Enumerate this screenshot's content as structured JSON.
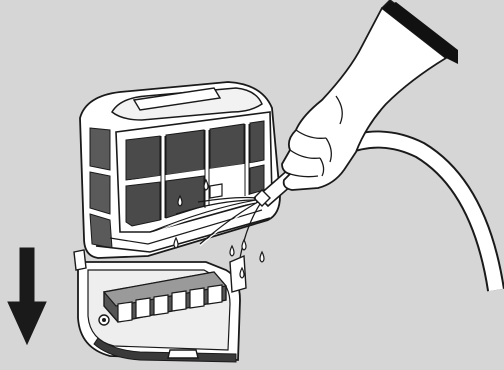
{
  "figure": {
    "background_color": "#d6d6d6",
    "stroke_color": "#1a1a1a",
    "fill_color": "#ffffff",
    "dark_fill_color": "#3a3a3a",
    "cuff_color": "#111111",
    "components": [
      {
        "id": "arrow",
        "icon": "down-arrow-icon"
      },
      {
        "id": "filter-cage",
        "icon": "filter-cage-icon"
      },
      {
        "id": "filter-housing",
        "icon": "filter-housing-icon"
      },
      {
        "id": "gloved-hand",
        "icon": "gloved-hand-icon"
      },
      {
        "id": "water-hose",
        "icon": "hose-icon"
      },
      {
        "id": "water-drops",
        "icon": "water-drop-icon"
      }
    ]
  }
}
